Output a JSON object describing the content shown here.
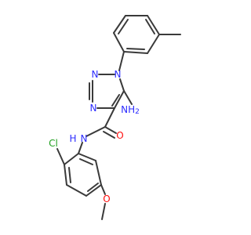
{
  "colors": {
    "bond": "#3a3a3a",
    "nitrogen": "#2c2cff",
    "oxygen": "#ff0d0d",
    "chlorine": "#1f9f1f",
    "background": "#ffffff"
  },
  "labels": {
    "triazole_n1": "N",
    "triazole_n2": "N",
    "triazole_n3": "N",
    "amino": "NH",
    "amino_sub": "2",
    "amide_o": "O",
    "amide_n": "N",
    "amide_h": "H",
    "chloro": "Cl",
    "methoxy_o": "O"
  }
}
